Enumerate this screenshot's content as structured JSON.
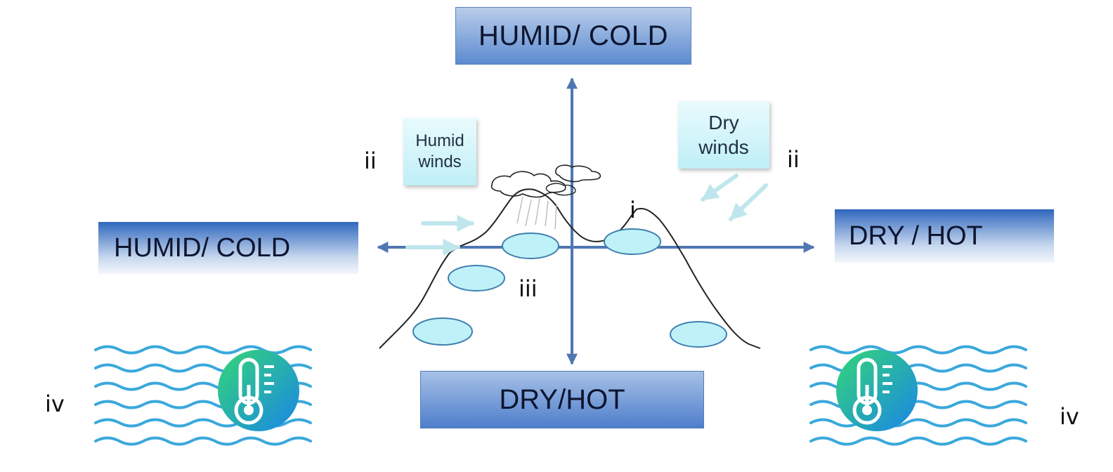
{
  "labels": {
    "top": "HUMID/ COLD",
    "bottom": "DRY/HOT",
    "left": "HUMID/ COLD",
    "right": "DRY / HOT"
  },
  "wind_labels": {
    "humid": "Humid\nwinds",
    "dry": "Dry\nwinds"
  },
  "markers": {
    "i": "i",
    "ii": "ii",
    "iii": "iii",
    "iv": "iv"
  },
  "colors": {
    "axis": "#4f77b3",
    "lake_fill": "#bff2f8",
    "lake_stroke": "#3f7fb0",
    "wave": "#3aa8dc",
    "thermo_gradient": [
      "#2fd27a",
      "#1f8fe0"
    ],
    "wind_arrow": "#bfe6ec",
    "mountain_outline": "#222222"
  },
  "icons": [
    "thermometer-icon",
    "wave-icon"
  ]
}
